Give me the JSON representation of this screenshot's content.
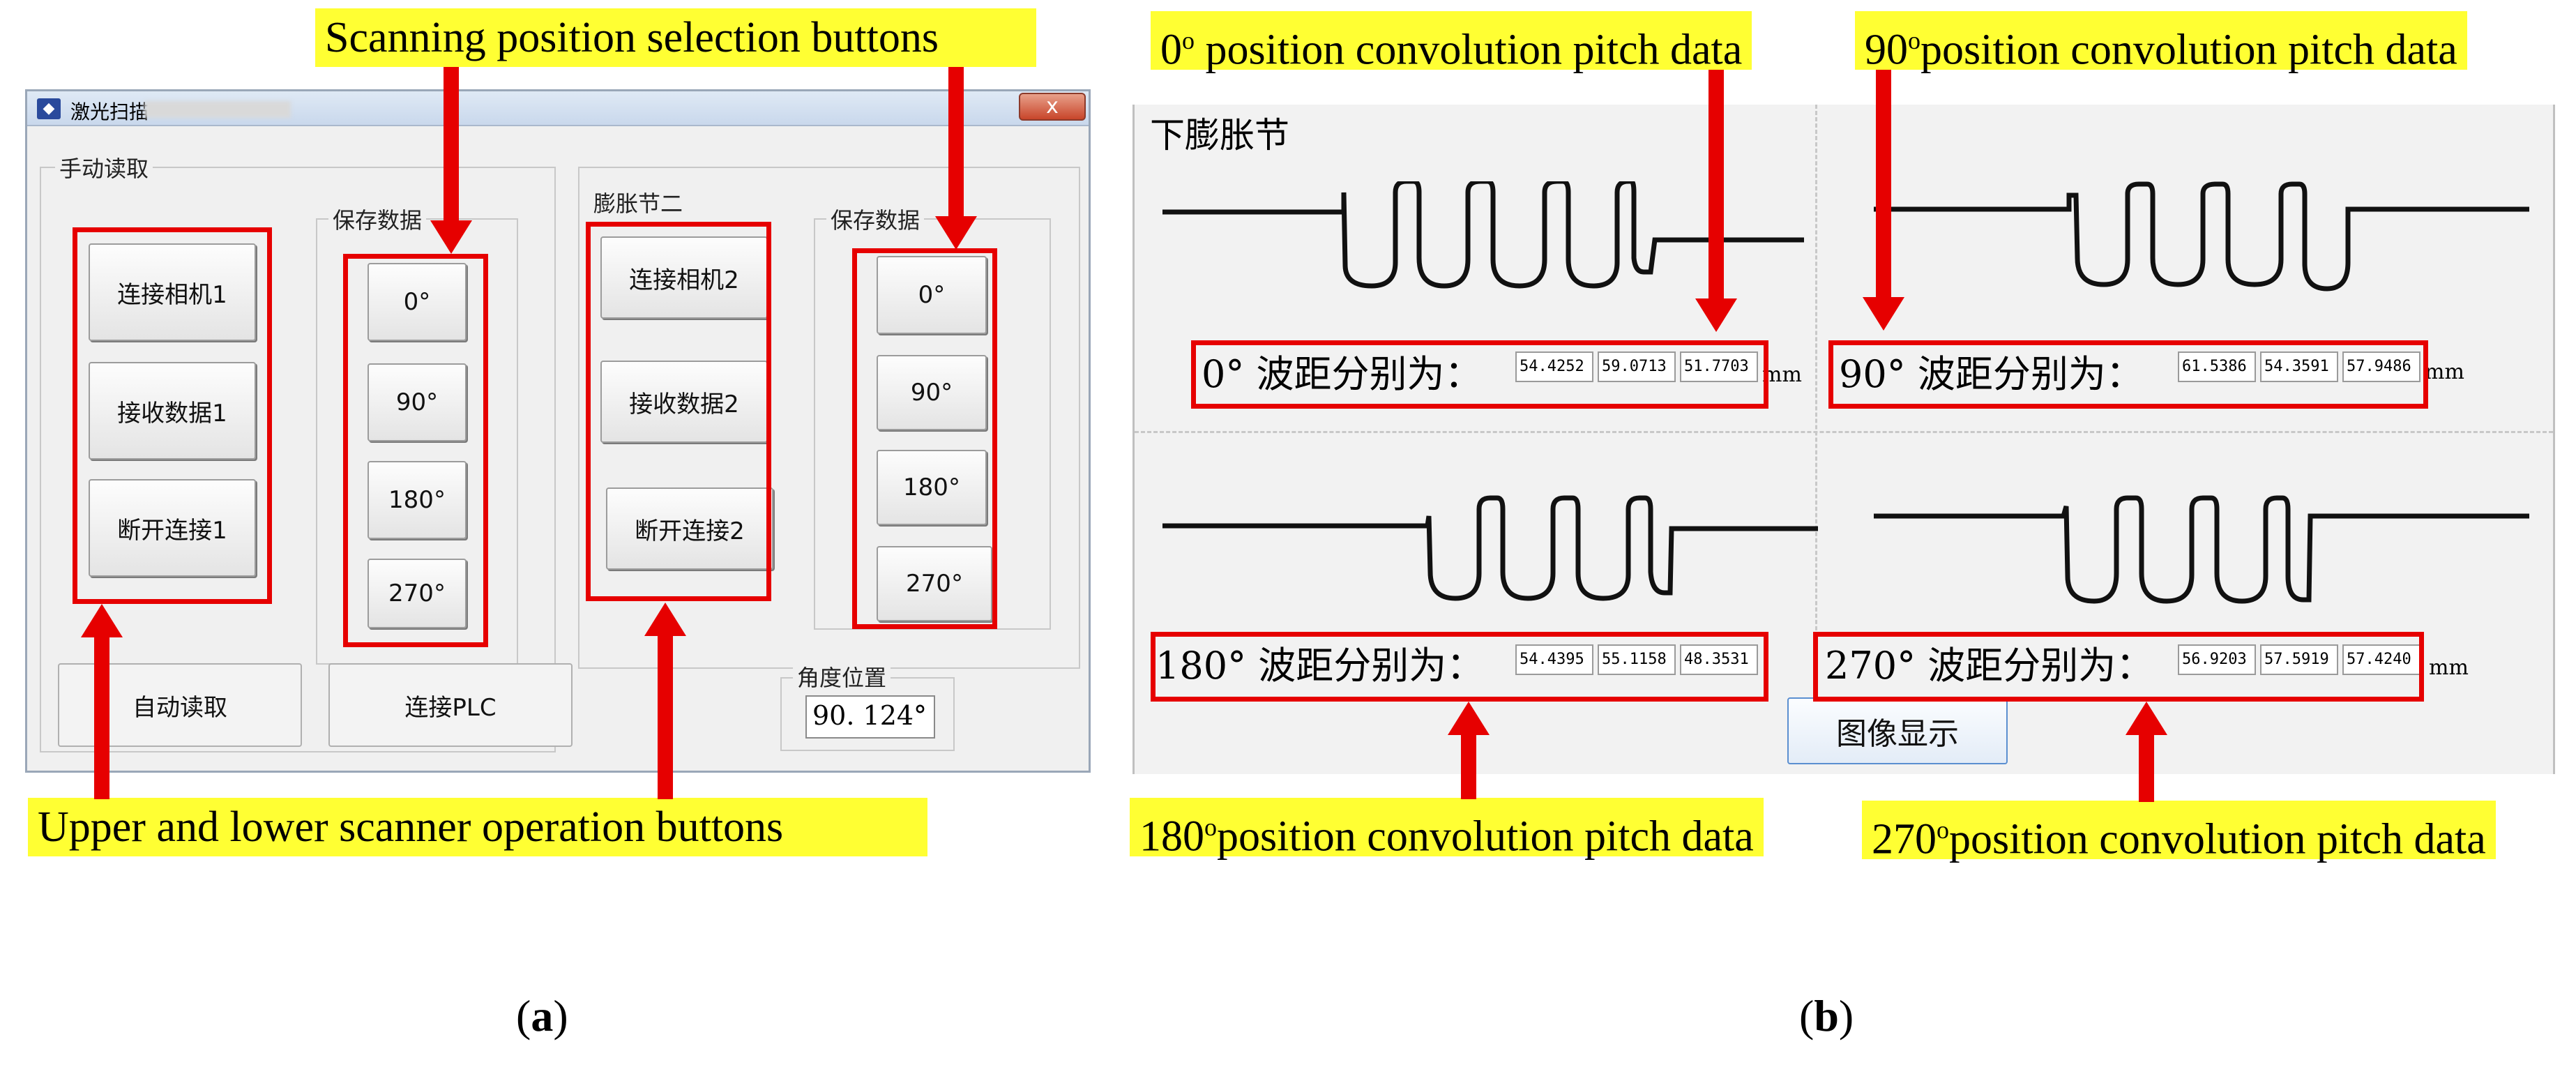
{
  "callouts": {
    "scan_select": "Scanning position selection buttons",
    "scanner_ops": "Upper and lower scanner operation buttons",
    "p0": {
      "deg": "0",
      "sup": "o",
      "text": " position convolution pitch data"
    },
    "p90": {
      "deg": "90",
      "sup": "o",
      "text": "position convolution pitch data"
    },
    "p180": {
      "deg": "180",
      "sup": "o",
      "text": "position convolution pitch data"
    },
    "p270": {
      "deg": "270",
      "sup": "o",
      "text": "position convolution pitch data"
    }
  },
  "dialog": {
    "title": "激光扫描",
    "close_label": "x",
    "manual_group": "手动读取",
    "save_group": "保存数据",
    "bellows2_group": "膨胀节二",
    "angle_group": "角度位置",
    "angle_value": "90. 124°",
    "scanner1": [
      "连接相机1",
      "接收数据1",
      "断开连接1"
    ],
    "scanner2": [
      "连接相机2",
      "接收数据2",
      "断开连接2"
    ],
    "positions": [
      "0°",
      "90°",
      "180°",
      "270°"
    ],
    "auto_read": "自动读取",
    "connect_plc": "连接PLC"
  },
  "panel_b": {
    "title": "下膨胀节",
    "image_button": "图像显示",
    "unit": "mm",
    "rows": [
      {
        "label": "0°  波距分别为：",
        "values": [
          "54.4252",
          "59.0713",
          "51.7703"
        ]
      },
      {
        "label": "90°  波距分别为：",
        "values": [
          "61.5386",
          "54.3591",
          "57.9486"
        ]
      },
      {
        "label": "180°  波距分别为：",
        "values": [
          "54.4395",
          "55.1158",
          "48.3531"
        ]
      },
      {
        "label": "270°  波距分别为：",
        "values": [
          "56.9203",
          "57.5919",
          "57.4240"
        ]
      }
    ]
  },
  "captions": {
    "a": "a",
    "b": "b"
  }
}
